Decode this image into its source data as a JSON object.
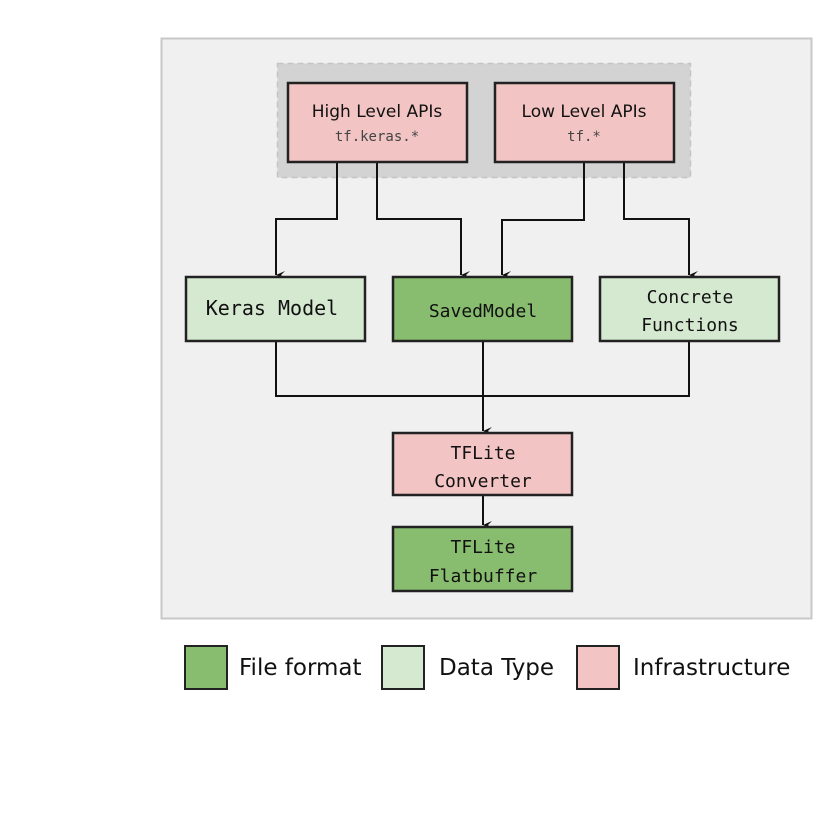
{
  "colors": {
    "file_format": "#88bd6f",
    "data_type": "#d5e8d0",
    "infrastructure": "#f2c4c4",
    "panel": "#f0f0f0",
    "group": "#d3d3d3"
  },
  "nodes": {
    "high": {
      "title": "High Level APIs",
      "sub": "tf.keras.*"
    },
    "low": {
      "title": "Low Level APIs",
      "sub": "tf.*"
    },
    "keras": {
      "label": "Keras Model"
    },
    "saved": {
      "label": "SavedModel"
    },
    "concrete": {
      "line1": "Concrete",
      "line2": "Functions"
    },
    "converter": {
      "line1": "TFLite",
      "line2": "Converter"
    },
    "flatbuffer": {
      "line1": "TFLite",
      "line2": "Flatbuffer"
    }
  },
  "legend": [
    {
      "label": "File format"
    },
    {
      "label": "Data Type"
    },
    {
      "label": "Infrastructure"
    }
  ]
}
